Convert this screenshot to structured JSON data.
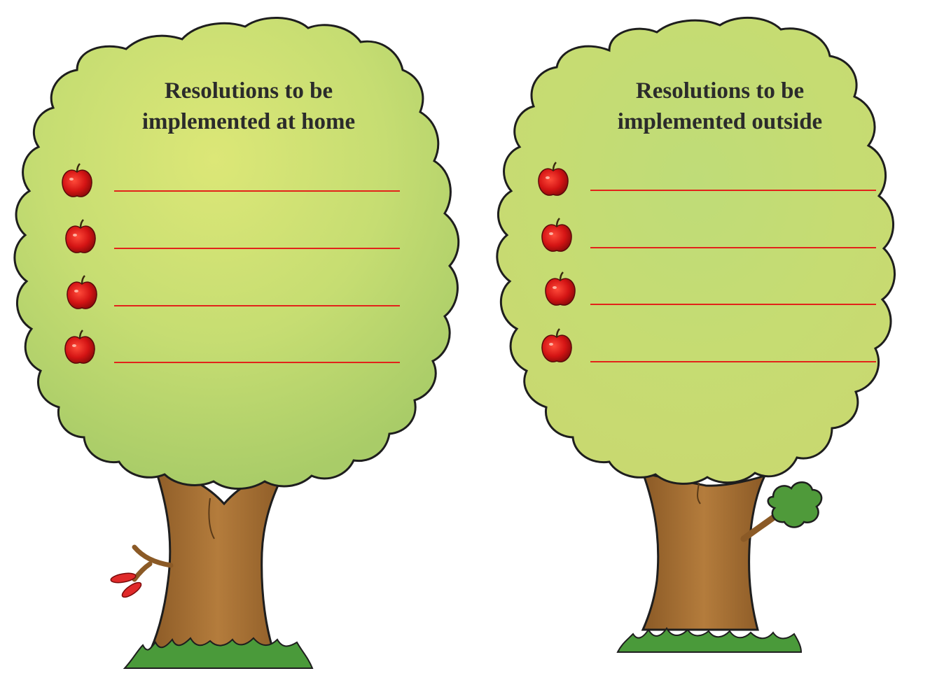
{
  "trees": [
    {
      "title_line1": "Resolutions to be",
      "title_line2": "implemented at home",
      "blank_lines": 4
    },
    {
      "title_line1": "Resolutions to be",
      "title_line2": "implemented outside",
      "blank_lines": 4
    }
  ],
  "colors": {
    "foliage": "#c4dc70",
    "foliage_outline": "#1e1e1e",
    "trunk": "#a66f32",
    "grass": "#4a9a3a",
    "apple": "#d41414",
    "line": "#e2231a"
  },
  "icons": [
    "apple-icon",
    "tree-illustration",
    "grass-tuft",
    "red-leaves",
    "leafy-branch"
  ]
}
